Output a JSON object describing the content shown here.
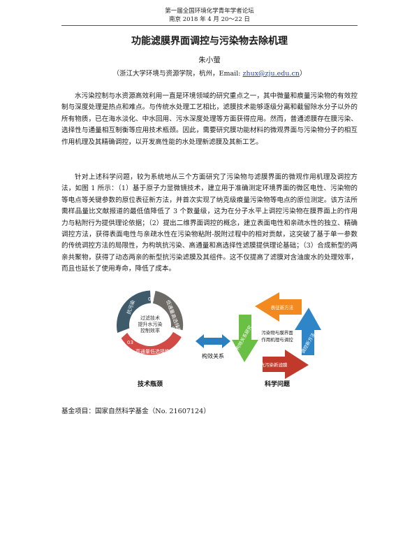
{
  "header": {
    "line1": "第一届全国环境化学青年学者论坛",
    "line2": "南京 2018 年 4 月 20～22 日"
  },
  "title": "功能滤膜界面调控与污染物去除机理",
  "author": "朱小萤",
  "affiliation": {
    "prefix": "（浙江大学环境与资源学院，杭州，Email: ",
    "email": "zhux@zju.edu.cn",
    "suffix": "）"
  },
  "paragraphs": [
    "水污染控制与水资源高效利用一直是环境领域的研究重点之一，其中微量和痕量污染物的有效控制与深度处理是热点和难点。与传统水处理工艺相比，滤膜技术能够逐级分离和截留除水分子以外的所有物质，已在海水淡化、中水回用、污水深度处理等方面获得应用。然而，普通滤膜存在膜污染、选择性与通量相互制衡等应用技术瓶颈。因此，需要研究膜功能材料的微观界面与污染物分子的相互作用机理及其精确调控，以开发高性能的水处理新滤膜及其新工艺。",
    "针对上述科学问题，较为系统地从三个方面研究了污染物与滤膜界面的微观作用机理及调控方法，如图 1 所示：（1）基于原子力显微镜技术，建立用于准确测定环境界面的微区电性、污染物的等电点等关键参数的原位表征新方法，并首次实现了纳克级痕量污染物等电点的原位测定。该方法所需样品量比文献报道的最低值降低了 3 个数量级，这为在分子水平上调控污染物在膜界面上的作用力与粘附行为提供理论依据；（2）提出二维界面调控的概念，建立表面电性和亲疏水性的独立、精确调控方法，获得表面电性与亲疏水性在污染物粘附-脱附过程中的相对贡献，这突破了基于单一参数的传统调控方法的局限性，为构筑抗污染、高通量和高选择性滤膜提供理论基础；（3）合成新型的两亲共聚物，获得了动态两亲的新型抗污染滤膜及其组件。这不仅提高了滤膜对含油废水的处理效率，而且也延长了使用寿命，降低了成本。"
  ],
  "figure": {
    "left": {
      "center_text": [
        "过滤技术",
        "提升水污染",
        "控制效率"
      ],
      "segments": [
        {
          "num": "01",
          "label": "抗污染",
          "color": "#3f5b6b"
        },
        {
          "num": "02",
          "label": "低通量高选择性",
          "color": "#6e6a66"
        },
        {
          "num": "03",
          "label": "高通量低选择性",
          "color": "#d24a45"
        }
      ],
      "caption": "技术瓶颈"
    },
    "middle": {
      "label": "构效关系",
      "arrow_color": "#2a7fc1"
    },
    "right": {
      "center_text": [
        "污染物与膜界面",
        "作用机理与调控"
      ],
      "arrows": [
        {
          "label": "表征新方法",
          "color": "#f28a1f"
        },
        {
          "label": "调控新方法",
          "color": "#2e86c8"
        },
        {
          "label": "抗污染新滤膜",
          "color": "#c0392b"
        },
        {
          "label": "构效关系研究",
          "color": "#6abf45"
        }
      ],
      "caption": "科学问题"
    }
  },
  "funding": "基金项目：国家自然科学基金（No. 21607124）"
}
